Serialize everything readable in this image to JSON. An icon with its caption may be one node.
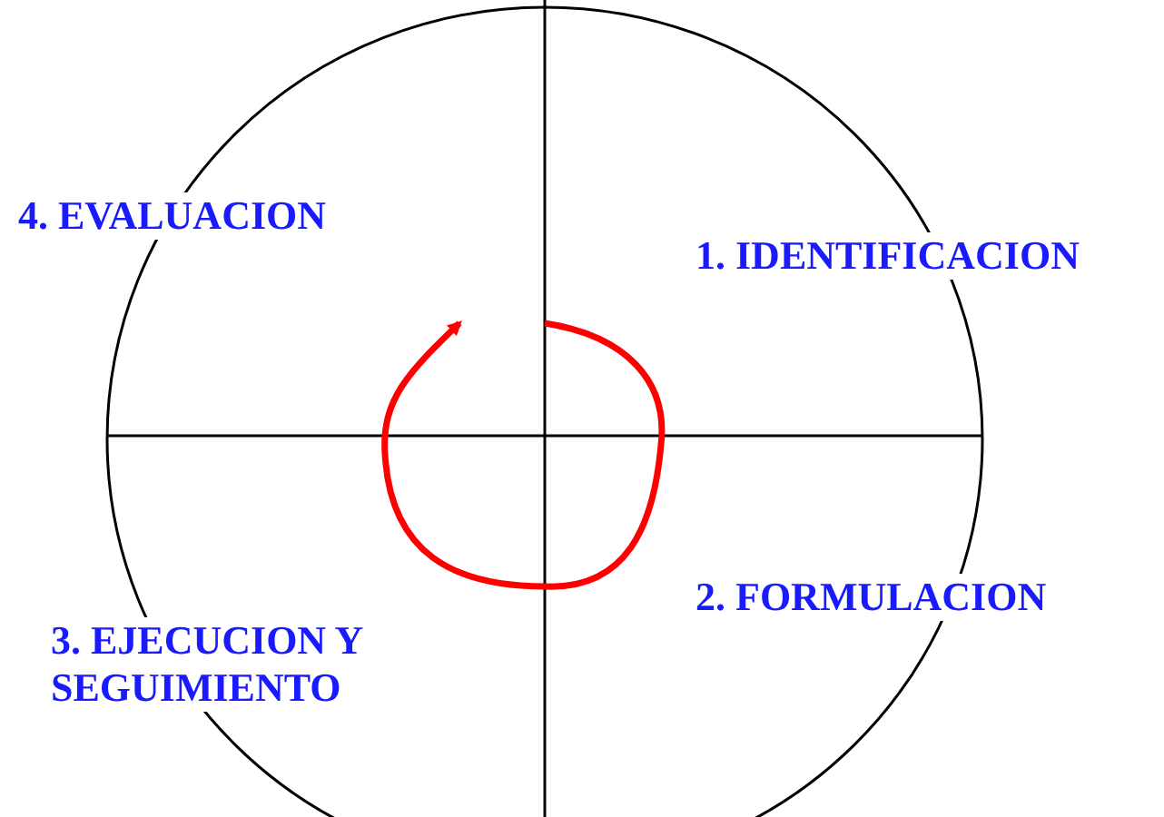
{
  "diagram": {
    "labels": [
      "4. EVALUACION",
      "1. IDENTIFICACION",
      "3. EJECUCION Y SEGUIMIENTO",
      "2. FORMULACION"
    ]
  }
}
